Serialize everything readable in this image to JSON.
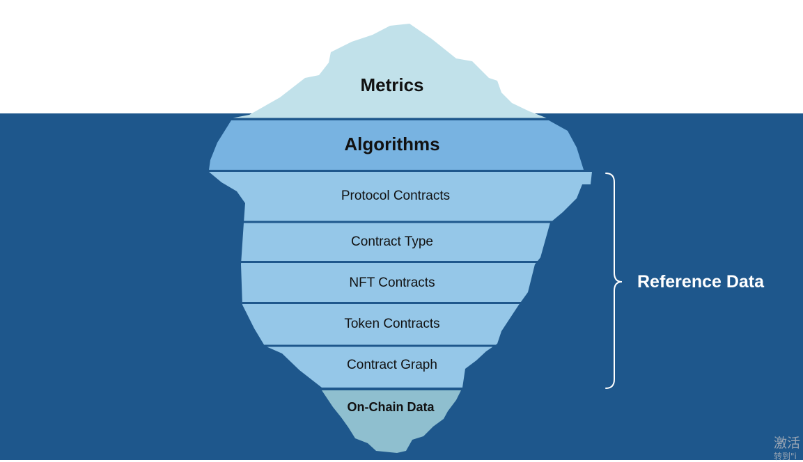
{
  "layers": {
    "metrics": "Metrics",
    "algorithms": "Algorithms",
    "protocol_contracts": "Protocol Contracts",
    "contract_type": "Contract Type",
    "nft_contracts": "NFT Contracts",
    "token_contracts": "Token Contracts",
    "contract_graph": "Contract Graph",
    "on_chain_data": "On-Chain Data"
  },
  "group_label": "Reference Data",
  "watermark": {
    "line1": "激活",
    "line2": "转到\"i"
  },
  "colors": {
    "sky": "#ffffff",
    "water": "#1e578c",
    "tip": "#c1e1ea",
    "algorithms": "#78b3e1",
    "reference": "#95c7e8",
    "base": "#8fbfcf",
    "separator": "#1e578c",
    "bracket": "#ffffff"
  }
}
